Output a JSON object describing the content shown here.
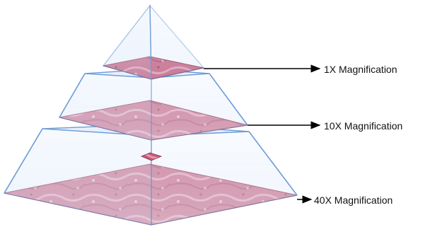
{
  "levels": [
    {
      "label": "1X Magnification"
    },
    {
      "label": "10X Magnification"
    },
    {
      "label": "40X Magnification"
    }
  ],
  "colors": {
    "tissue_base": "#c75a78",
    "tissue_light": "#e6a9bb",
    "tissue_dark": "#9c2f4e",
    "pyramid_edge": "#6f9dd6",
    "pyramid_fill": "#d9e8fb",
    "arrow": "#000000"
  }
}
